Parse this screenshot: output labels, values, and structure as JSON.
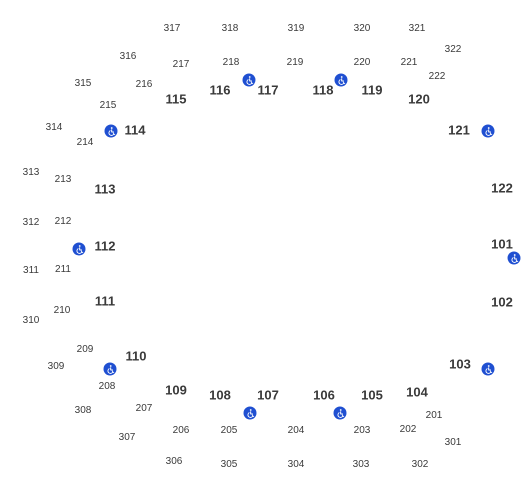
{
  "map": {
    "accessible_icon_color": "#1f4fd1",
    "accessible_icon": "wheelchair-icon",
    "sections_100": [
      "101",
      "102",
      "103",
      "104",
      "105",
      "106",
      "107",
      "108",
      "109",
      "110",
      "111",
      "112",
      "113",
      "114",
      "115",
      "116",
      "117",
      "118",
      "119",
      "120",
      "121",
      "122"
    ],
    "sections_200": [
      "201",
      "202",
      "203",
      "204",
      "205",
      "206",
      "207",
      "208",
      "209",
      "210",
      "211",
      "212",
      "213",
      "214",
      "215",
      "216",
      "217",
      "218",
      "219",
      "220",
      "221",
      "222"
    ],
    "sections_300": [
      "301",
      "302",
      "303",
      "304",
      "305",
      "306",
      "307",
      "308",
      "309",
      "310",
      "311",
      "312",
      "313",
      "314",
      "315",
      "316",
      "317",
      "318",
      "319",
      "320",
      "321",
      "322"
    ],
    "accessible_near_sections": [
      "101",
      "103",
      "106",
      "107",
      "110",
      "112",
      "114",
      "117",
      "118",
      "121"
    ]
  }
}
